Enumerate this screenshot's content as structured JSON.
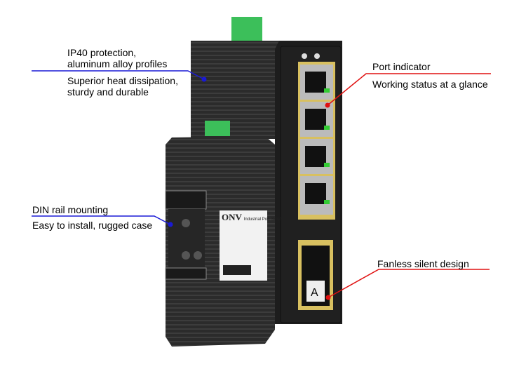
{
  "callouts": {
    "ip40": {
      "line1": "IP40 protection,",
      "line2": "aluminum alloy profiles",
      "line3": "Superior heat dissipation,",
      "line4": "sturdy and durable"
    },
    "din": {
      "line1": "DIN rail mounting",
      "line2": "Easy to install, rugged case"
    },
    "port": {
      "line1": "Port indicator",
      "line2": "Working status at a glance"
    },
    "fanless": {
      "line1": "Fanless silent design"
    }
  },
  "product_label": {
    "brand": "ONV",
    "subtitle": "Industrial PoE Switch"
  },
  "colors": {
    "left_callout": "#1a1ad6",
    "right_callout": "#e01010",
    "device": "#2a2a2a"
  }
}
